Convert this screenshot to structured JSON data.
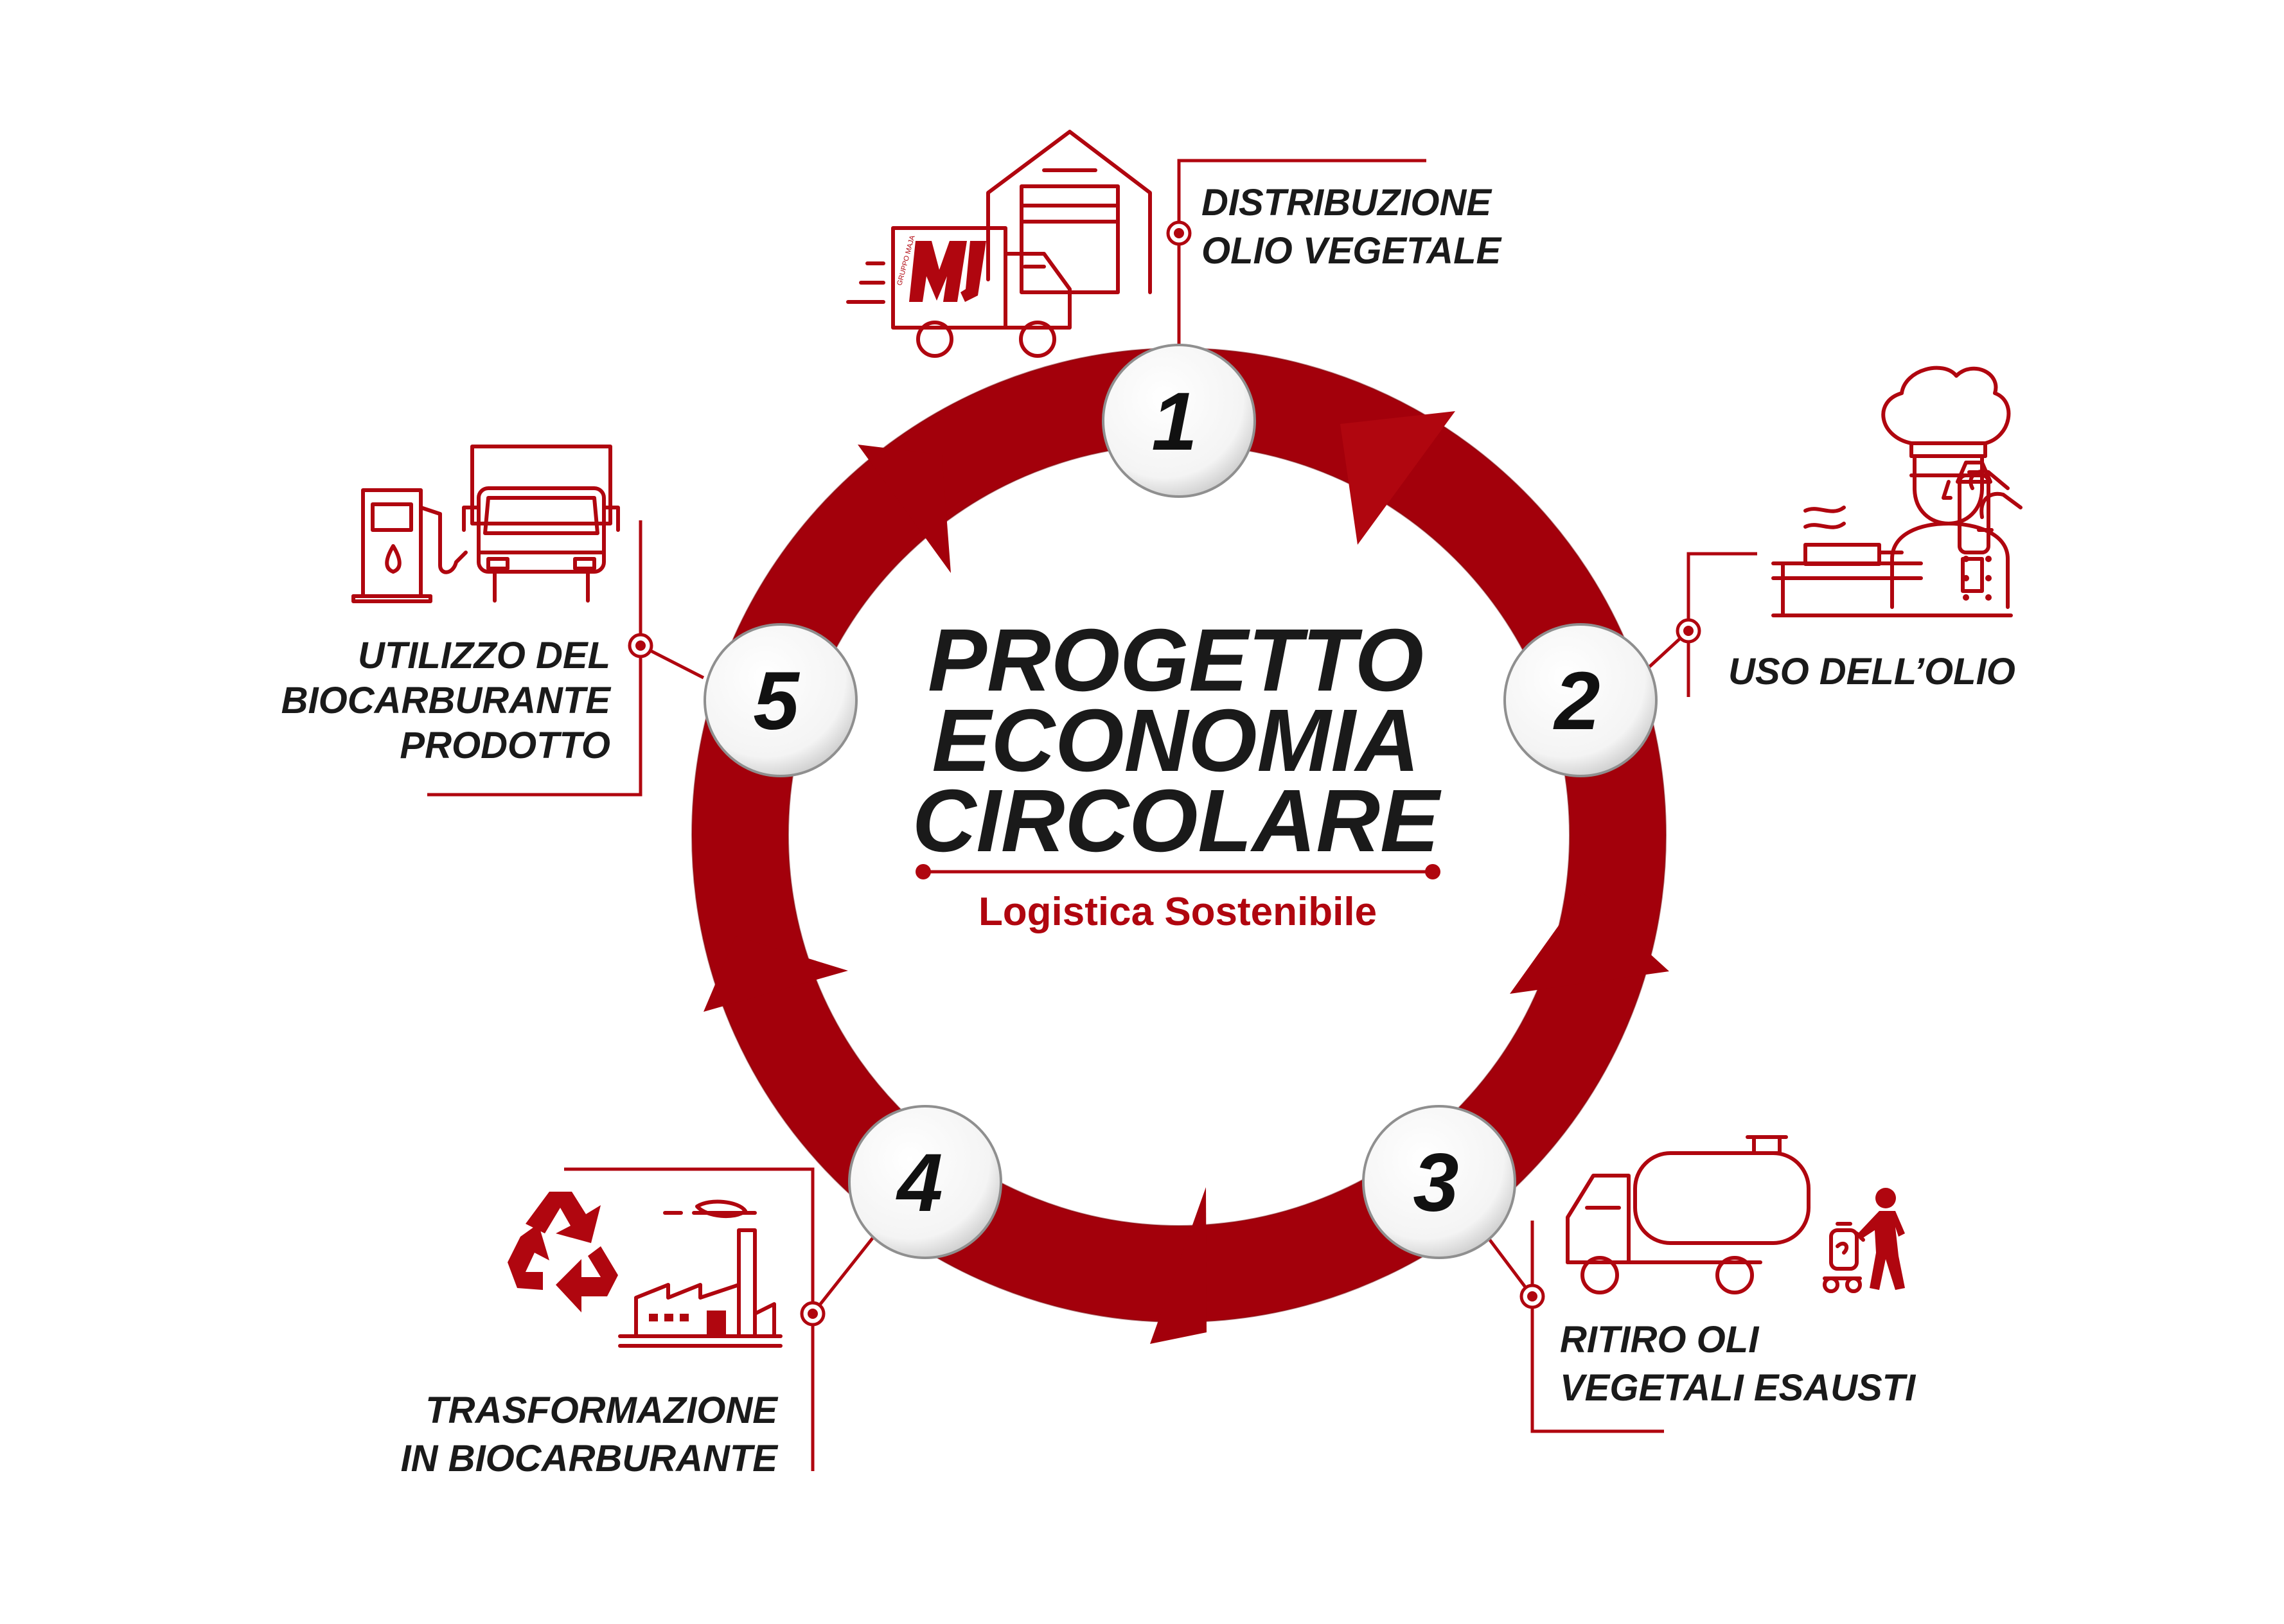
{
  "title_lines": [
    "PROGETTO",
    "ECONOMIA",
    "CIRCOLARE"
  ],
  "subtitle": "Logistica Sostenibile",
  "colors": {
    "accent": "#b0060f",
    "ring": "#a3000b",
    "text": "#1a1a1a"
  },
  "steps": [
    {
      "number": "1",
      "label_lines": [
        "DISTRIBUZIONE",
        "OLIO VEGETALE"
      ],
      "icon": "truck-warehouse-icon"
    },
    {
      "number": "2",
      "label_lines": [
        "USO DELL’OLIO"
      ],
      "icon": "chef-kitchen-icon"
    },
    {
      "number": "3",
      "label_lines": [
        "RITIRO OLI",
        "VEGETALI ESAUSTI"
      ],
      "icon": "tanker-truck-icon"
    },
    {
      "number": "4",
      "label_lines": [
        "TRASFORMAZIONE",
        "IN BIOCARBURANTE"
      ],
      "icon": "recycle-factory-icon"
    },
    {
      "number": "5",
      "label_lines": [
        "UTILIZZO DEL",
        "BIOCARBURANTE",
        "PRODOTTO"
      ],
      "icon": "fuel-pump-truck-icon"
    }
  ],
  "truck_logo_text": "GRUPPO MAJA"
}
